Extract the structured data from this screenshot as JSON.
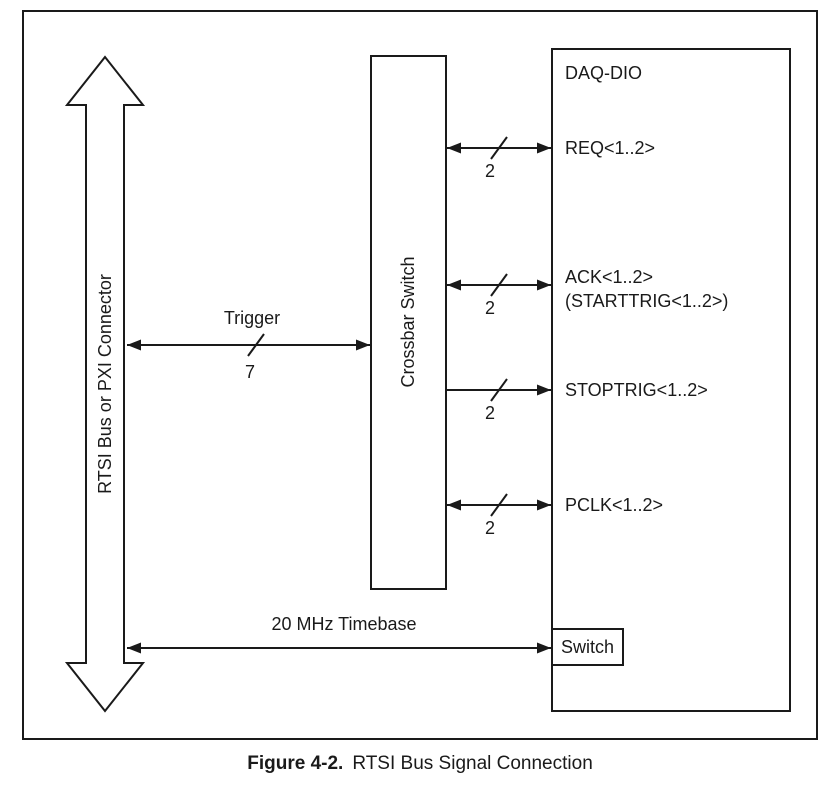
{
  "figure": {
    "bus_arrow_label": "RTSI Bus or PXI Connector",
    "crossbar_label": "Crossbar Switch",
    "daq_title": "DAQ-DIO",
    "trigger_label": "Trigger",
    "trigger_width": "7",
    "timebase_label": "20 MHz Timebase",
    "switch_label": "Switch",
    "signals": [
      {
        "label": "REQ<1..2>",
        "width": "2"
      },
      {
        "label": "ACK<1..2>",
        "sublabel": "(STARTTRIG<1..2>)",
        "width": "2"
      },
      {
        "label": "STOPTRIG<1..2>",
        "width": "2"
      },
      {
        "label": "PCLK<1..2>",
        "width": "2"
      }
    ]
  },
  "caption": {
    "figure_number": "Figure 4-2.",
    "title": "RTSI Bus Signal Connection"
  },
  "colors": {
    "line": "#1a1a1a",
    "background": "#ffffff"
  }
}
